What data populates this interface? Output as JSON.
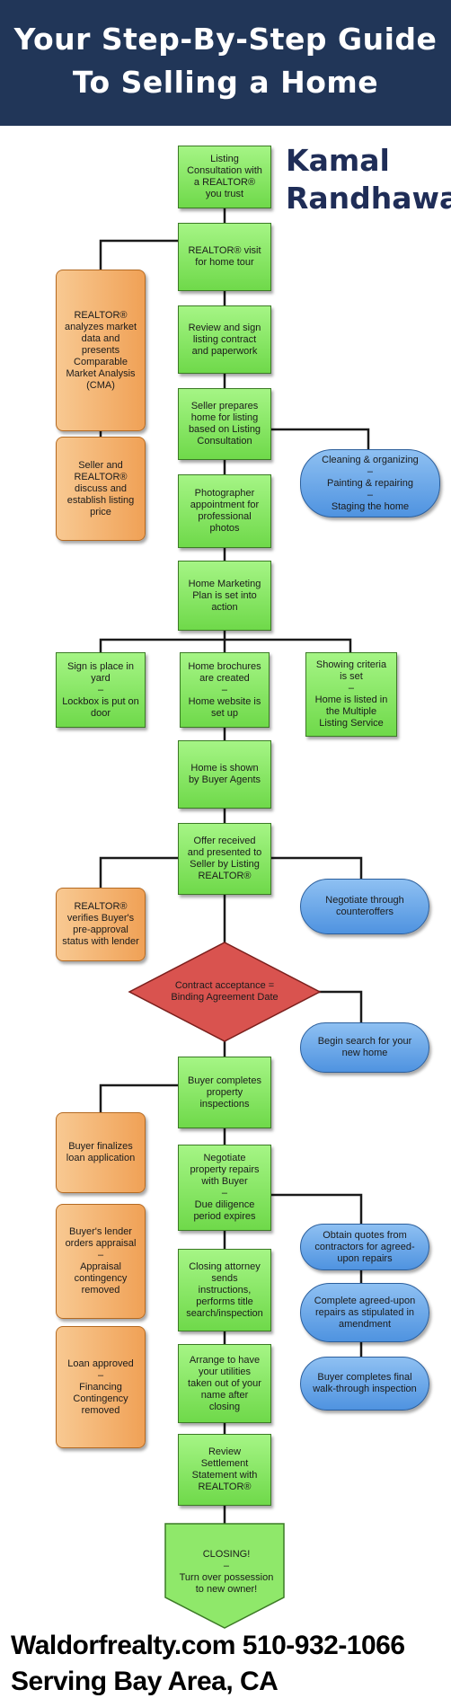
{
  "header": {
    "title_line1": "Your Step-By-Step Guide",
    "title_line2": "To Selling a Home",
    "background": "#213658"
  },
  "author": {
    "line1": "Kamal",
    "line2": "Randhawa"
  },
  "colors": {
    "step": "#86e863",
    "seller_side": "#f3b06f",
    "side_action": "#6aa8ea",
    "decision": "#d9534f"
  },
  "steps": {
    "s1": "Listing\nConsultation with\na REALTOR®\nyou trust",
    "s2": "REALTOR® visit\nfor home tour",
    "s3": "Review and sign\nlisting contract\nand paperwork",
    "s4": "Seller prepares\nhome for listing\nbased on Listing\nConsultation",
    "s5": "Photographer\nappointment for\nprofessional\nphotos",
    "s6": "Home Marketing\nPlan is set into\naction",
    "s7a": "Sign is place in\nyard\n–\nLockbox is put on\ndoor",
    "s7b": "Home brochures\nare created\n–\nHome website is\nset up",
    "s7c": "Showing criteria\nis set\n–\nHome is listed in\nthe Multiple\nListing Service",
    "s8": "Home is shown\nby Buyer Agents",
    "s9": "Offer received\nand presented to\nSeller by Listing\nREALTOR®",
    "decision": "Contract acceptance =\nBinding Agreement Date",
    "s10": "Buyer completes\nproperty\ninspections",
    "s11": "Negotiate\nproperty repairs\nwith Buyer\n–\nDue diligence\nperiod expires",
    "s12": "Closing attorney\nsends\ninstructions,\nperforms title\nsearch/inspection",
    "s13": "Arrange to have\nyour utilities\ntaken out of your\nname after\nclosing",
    "s14": "Review\nSettlement\nStatement with\nREALTOR®",
    "closing": "CLOSING!\n–\nTurn over possession\nto new owner!"
  },
  "left_notes": {
    "o1": "REALTOR®\nanalyzes market\ndata and\npresents\nComparable\nMarket Analysis\n(CMA)",
    "o2": "Seller and\nREALTOR®\ndiscuss and\nestablish listing\nprice",
    "o3": "REALTOR®\nverifies Buyer's\npre-approval\nstatus with lender",
    "o4": "Buyer finalizes\nloan application",
    "o5": "Buyer's lender\norders appraisal\n–\nAppraisal\ncontingency\nremoved",
    "o6": "Loan approved\n–\nFinancing\nContingency\nremoved"
  },
  "right_notes": {
    "b1": "Cleaning & organizing\n–\nPainting & repairing\n–\nStaging the home",
    "b2": "Negotiate through\ncounteroffers",
    "b3": "Begin search for your\nnew home",
    "b4": "Obtain quotes from\ncontractors for agreed-\nupon repairs",
    "b5": "Complete agreed-upon\nrepairs as stipulated in\namendment",
    "b6": "Buyer completes final\nwalk-through inspection"
  },
  "footer": {
    "line1": "Waldorfrealty.com  510-932-1066",
    "line2": "Serving Bay Area, CA"
  }
}
